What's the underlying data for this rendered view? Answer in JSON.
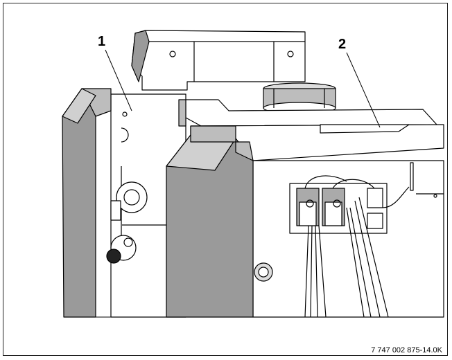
{
  "figure": {
    "callouts": [
      {
        "id": "1",
        "label": "1"
      },
      {
        "id": "2",
        "label": "2"
      }
    ],
    "reference_code": "7 747 002 875-14.0K"
  },
  "colors": {
    "outline": "#000000",
    "panel_grey": "#9a9a9a",
    "light_grey": "#d0d0d0",
    "background": "#ffffff"
  }
}
